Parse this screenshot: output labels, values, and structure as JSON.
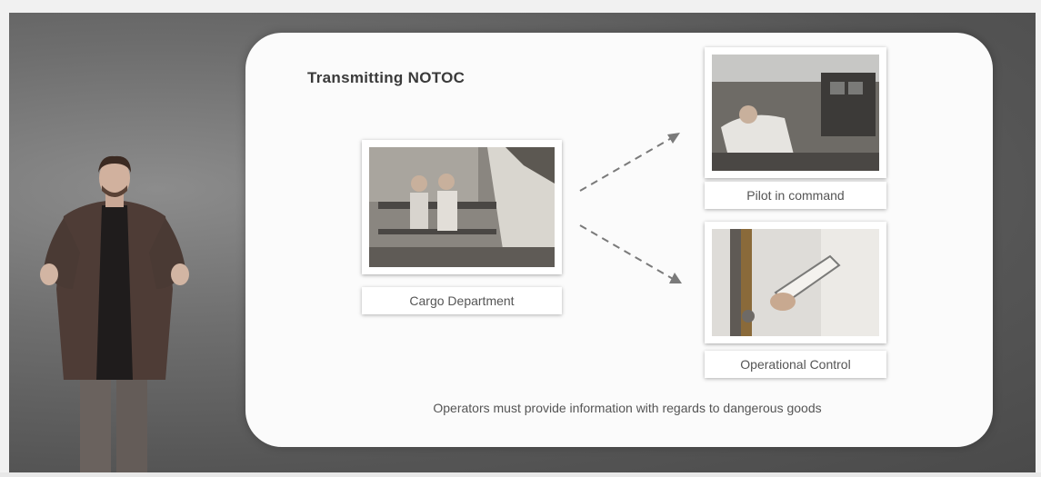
{
  "slide": {
    "title": "Transmitting NOTOC",
    "source": {
      "label": "Cargo Department",
      "image": "cargo-workers-photo"
    },
    "targets": [
      {
        "label": "Pilot in command",
        "image": "cockpit-photo"
      },
      {
        "label": "Operational Control",
        "image": "tablet-in-hand-photo"
      }
    ],
    "footer": "Operators must provide information with regards to dangerous goods"
  },
  "colors": {
    "slide_bg": "#fbfbfb",
    "backdrop": "#6e6e6e",
    "text": "#555555",
    "arrow": "#7a7a7a"
  }
}
